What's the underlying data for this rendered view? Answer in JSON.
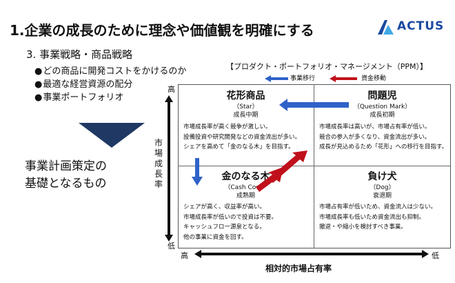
{
  "slide": {
    "title": "1.企業の成長のために理念や価値観を明確にする",
    "brand": "ACTUS",
    "subhead": "3. 事業戦略・商品戦略",
    "bullets": [
      "どの商品に開発コストをかけるのか",
      "最適な経営資源の配分",
      "事業ポートフォリオ"
    ],
    "result_lines": [
      "事業計画策定の",
      "基礎となるもの"
    ]
  },
  "ppm": {
    "title": "【プロダクト・ポートフォリオ・マネージメント（PPM）】",
    "legend": {
      "business_shift": "事業移行",
      "fund_flow": "資金移動"
    },
    "colors": {
      "business_shift": "#2f62c8",
      "fund_flow": "#c0101b",
      "shape_navy": "#1f3864"
    },
    "y_axis_label": "市場成長率",
    "x_axis_label": "相対的市場占有率",
    "y_high": "高",
    "y_low": "低",
    "x_high": "高",
    "x_low": "低",
    "quadrants": {
      "star": {
        "name": "花形商品",
        "en": "（Star）",
        "stage": "成長中期",
        "desc": [
          "市場成長率が高く競争が激しい。",
          "設備投資や研究開発などの資金流出が多い。",
          "シェアを高めて「金のなる木」を目指す。"
        ]
      },
      "question": {
        "name": "問題児",
        "en": "（Question Mark）",
        "stage": "成長初期",
        "desc": [
          "市場成長率は高いが、市場占有率が低い。",
          "競合の参入が多くなり、資金流出が多い。",
          "成長が見込めるため「花形」への移行を目指す。"
        ]
      },
      "cash": {
        "name": "金のなる木",
        "en": "（Cash Cow）",
        "stage": "成熟期",
        "desc": [
          "シェアが高く、収益率が高い。",
          "市場成長率が低いので投資は不要。",
          "キャッシュフロー源泉となる。",
          "他の事業に資金を回す。"
        ]
      },
      "dog": {
        "name": "負け犬",
        "en": "（Dog）",
        "stage": "衰退期",
        "desc": [
          "市場占有率が低いため、資金流入は少ない。",
          "市場成長率も低いため資金流出も抑制。",
          "撤退・や縮小を検討すべき事業。"
        ]
      }
    }
  }
}
